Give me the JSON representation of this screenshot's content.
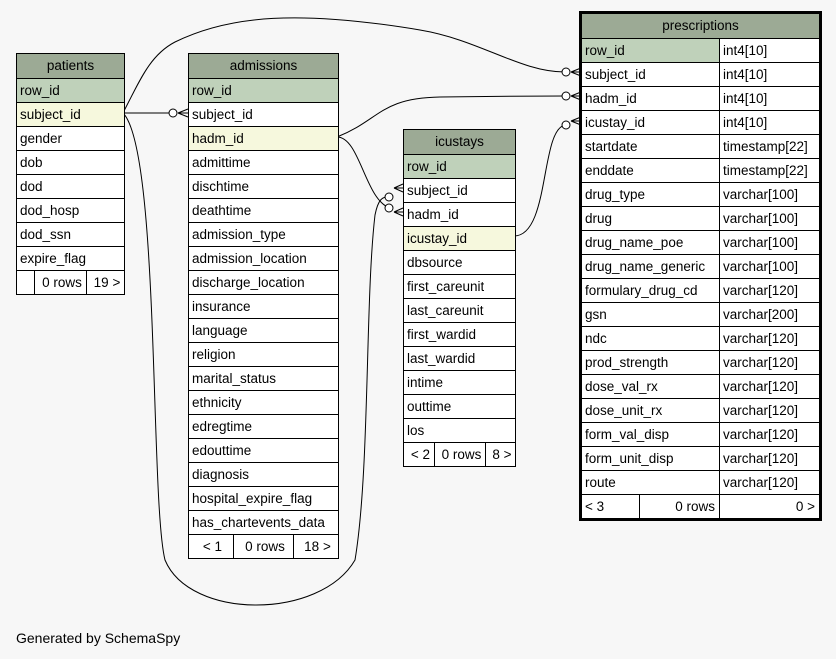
{
  "credit": "Generated by SchemaSpy",
  "patients": {
    "title": "patients",
    "columns": [
      "row_id",
      "subject_id",
      "gender",
      "dob",
      "dod",
      "dod_hosp",
      "dod_ssn",
      "expire_flag"
    ],
    "footer": [
      "",
      "0 rows",
      "19 >"
    ]
  },
  "admissions": {
    "title": "admissions",
    "columns": [
      "row_id",
      "subject_id",
      "hadm_id",
      "admittime",
      "dischtime",
      "deathtime",
      "admission_type",
      "admission_location",
      "discharge_location",
      "insurance",
      "language",
      "religion",
      "marital_status",
      "ethnicity",
      "edregtime",
      "edouttime",
      "diagnosis",
      "hospital_expire_flag",
      "has_chartevents_data"
    ],
    "footer": [
      "< 1",
      "0 rows",
      "18 >"
    ]
  },
  "icustays": {
    "title": "icustays",
    "columns": [
      "row_id",
      "subject_id",
      "hadm_id",
      "icustay_id",
      "dbsource",
      "first_careunit",
      "last_careunit",
      "first_wardid",
      "last_wardid",
      "intime",
      "outtime",
      "los"
    ],
    "footer": [
      "< 2",
      "0 rows",
      "8 >"
    ]
  },
  "prescriptions": {
    "title": "prescriptions",
    "columns": [
      {
        "name": "row_id",
        "type": "int4[10]"
      },
      {
        "name": "subject_id",
        "type": "int4[10]"
      },
      {
        "name": "hadm_id",
        "type": "int4[10]"
      },
      {
        "name": "icustay_id",
        "type": "int4[10]"
      },
      {
        "name": "startdate",
        "type": "timestamp[22]"
      },
      {
        "name": "enddate",
        "type": "timestamp[22]"
      },
      {
        "name": "drug_type",
        "type": "varchar[100]"
      },
      {
        "name": "drug",
        "type": "varchar[100]"
      },
      {
        "name": "drug_name_poe",
        "type": "varchar[100]"
      },
      {
        "name": "drug_name_generic",
        "type": "varchar[100]"
      },
      {
        "name": "formulary_drug_cd",
        "type": "varchar[120]"
      },
      {
        "name": "gsn",
        "type": "varchar[200]"
      },
      {
        "name": "ndc",
        "type": "varchar[120]"
      },
      {
        "name": "prod_strength",
        "type": "varchar[120]"
      },
      {
        "name": "dose_val_rx",
        "type": "varchar[120]"
      },
      {
        "name": "dose_unit_rx",
        "type": "varchar[120]"
      },
      {
        "name": "form_val_disp",
        "type": "varchar[120]"
      },
      {
        "name": "form_unit_disp",
        "type": "varchar[120]"
      },
      {
        "name": "route",
        "type": "varchar[120]"
      }
    ],
    "footer": [
      "< 3",
      "0 rows",
      "0 >"
    ]
  },
  "colors": {
    "header": "#9caa95",
    "primary_key": "#bfd1ba",
    "foreign_key": "#f6f8dd",
    "background": "#f7f7f7"
  }
}
